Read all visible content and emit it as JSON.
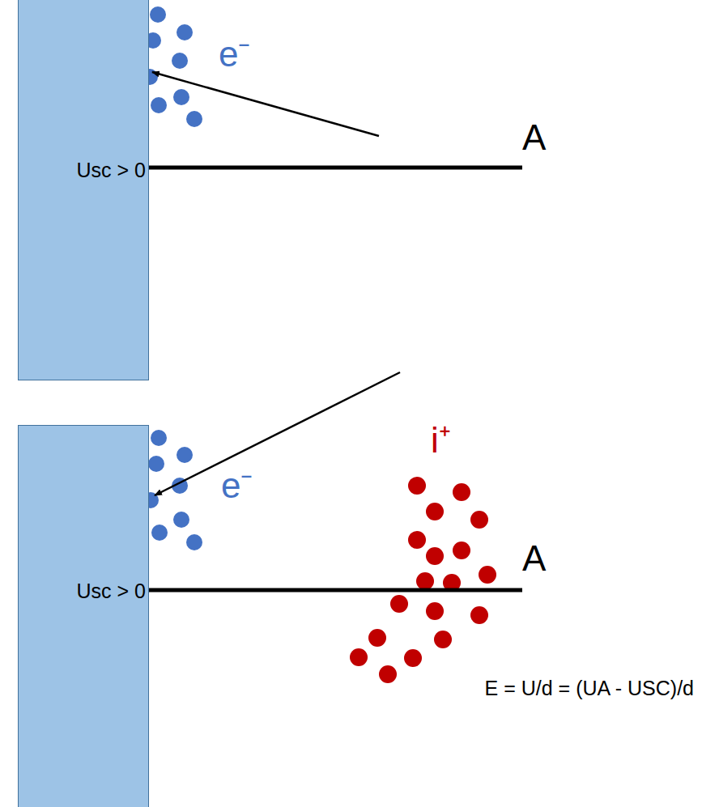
{
  "diagram": {
    "nodes": [
      {
        "text": [
          "Usc > 0"
        ]
      },
      {
        "text": [
          "Usc > 0"
        ]
      }
    ],
    "labels": [
      "e⁻",
      "A",
      "e⁻",
      "i⁺",
      "A",
      "E = U/d = (UA - USC)/d"
    ]
  }
}
